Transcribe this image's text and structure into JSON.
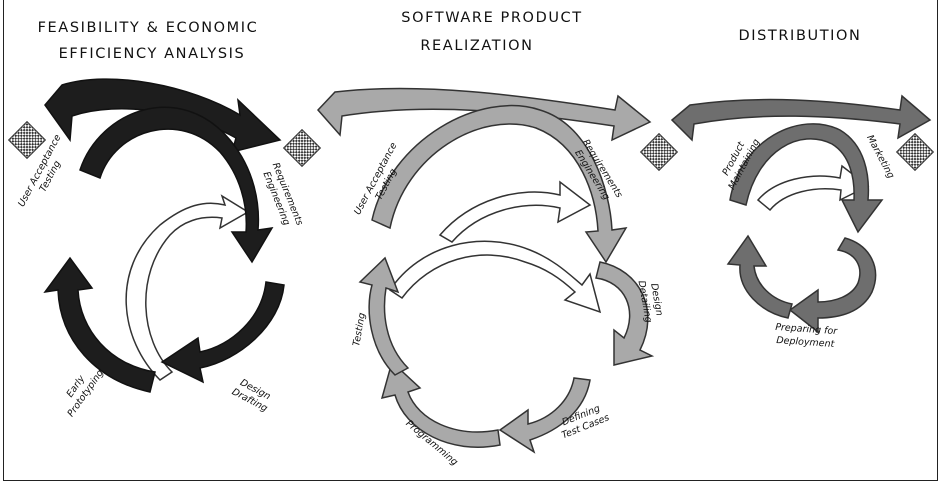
{
  "phases": [
    {
      "title_line1": "FEASIBILITY & ECONOMIC",
      "title_line2": "EFFICIENCY ANALYSIS",
      "color": "#1d1d1d",
      "steps": [
        {
          "line1": "User Acceptance",
          "line2": "Testing"
        },
        {
          "line1": "Requirements",
          "line2": "Engineering"
        },
        {
          "line1": "Design",
          "line2": "Drafting"
        },
        {
          "line1": "Early",
          "line2": "Prototyping"
        }
      ]
    },
    {
      "title_line1": "SOFTWARE PRODUCT",
      "title_line2": "REALIZATION",
      "color": "#a9a9a9",
      "steps": [
        {
          "line1": "User Acceptance",
          "line2": "Testing"
        },
        {
          "line1": "Requirements",
          "line2": "Engineering"
        },
        {
          "line1": "Design",
          "line2": "Detailing"
        },
        {
          "line1": "Defining",
          "line2": "Test Cases"
        },
        {
          "line1": "Programming",
          "line2": ""
        },
        {
          "line1": "Testing",
          "line2": ""
        }
      ]
    },
    {
      "title_line1": "DISTRIBUTION",
      "title_line2": "",
      "color": "#6e6e6e",
      "steps": [
        {
          "line1": "Product",
          "line2": "Maintaining"
        },
        {
          "line1": "Marketing",
          "line2": ""
        },
        {
          "line1": "Preparing for",
          "line2": "Deployment"
        }
      ]
    }
  ],
  "icons": [
    "milestone-grid-icon",
    "milestone-grid-icon",
    "milestone-grid-icon",
    "milestone-grid-icon"
  ]
}
